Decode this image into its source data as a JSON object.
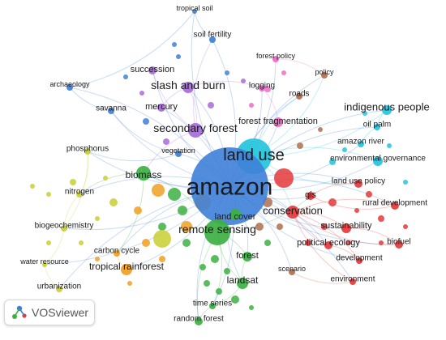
{
  "app": {
    "name": "VOSviewer"
  },
  "clusters": {
    "red": "#e5383b",
    "green": "#3cb043",
    "blue": "#3f7fd8",
    "yellow": "#c9cf33",
    "purple": "#a76bd9",
    "cyan": "#24c4dd",
    "orange": "#f0a020",
    "brown": "#b07050",
    "pink": "#f06ac8"
  },
  "terms": [
    {
      "id": "tropical-soil",
      "label": "tropical soil",
      "cluster": "blue"
    },
    {
      "id": "soil-fertility",
      "label": "soil fertility",
      "cluster": "blue"
    },
    {
      "id": "forest-policy",
      "label": "forest policy",
      "cluster": "pink"
    },
    {
      "id": "policy",
      "label": "policy",
      "cluster": "brown"
    },
    {
      "id": "succession",
      "label": "succession",
      "cluster": "purple"
    },
    {
      "id": "archaeology",
      "label": "archaeology",
      "cluster": "blue"
    },
    {
      "id": "slash-and-burn",
      "label": "slash and burn",
      "cluster": "purple"
    },
    {
      "id": "logging",
      "label": "logging",
      "cluster": "pink"
    },
    {
      "id": "roads",
      "label": "roads",
      "cluster": "brown"
    },
    {
      "id": "savanna",
      "label": "savanna",
      "cluster": "blue"
    },
    {
      "id": "mercury",
      "label": "mercury",
      "cluster": "purple"
    },
    {
      "id": "indigenous-people",
      "label": "indigenous people",
      "cluster": "cyan"
    },
    {
      "id": "forest-fragmentation",
      "label": "forest fragmentation",
      "cluster": "pink"
    },
    {
      "id": "oil-palm",
      "label": "oil palm",
      "cluster": "cyan"
    },
    {
      "id": "secondary-forest",
      "label": "secondary forest",
      "cluster": "purple"
    },
    {
      "id": "amazon-river",
      "label": "amazon river",
      "cluster": "cyan"
    },
    {
      "id": "phosphorus",
      "label": "phosphorus",
      "cluster": "yellow"
    },
    {
      "id": "vegetation",
      "label": "vegetation",
      "cluster": "blue"
    },
    {
      "id": "land-use",
      "label": "land use",
      "cluster": "cyan"
    },
    {
      "id": "environmental-governance",
      "label": "environmental governance",
      "cluster": "cyan"
    },
    {
      "id": "biomass",
      "label": "biomass",
      "cluster": "green"
    },
    {
      "id": "amazon",
      "label": "amazon",
      "cluster": "blue"
    },
    {
      "id": "land-use-policy",
      "label": "land use policy",
      "cluster": "red"
    },
    {
      "id": "nitrogen",
      "label": "nitrogen",
      "cluster": "yellow"
    },
    {
      "id": "gis",
      "label": "gis",
      "cluster": "red"
    },
    {
      "id": "rural-development",
      "label": "rural development",
      "cluster": "red"
    },
    {
      "id": "conservation",
      "label": "conservation",
      "cluster": "red"
    },
    {
      "id": "land-cover",
      "label": "land cover",
      "cluster": "green"
    },
    {
      "id": "biogeochemistry",
      "label": "biogeochemistry",
      "cluster": "yellow"
    },
    {
      "id": "sustainability",
      "label": "sustainability",
      "cluster": "red"
    },
    {
      "id": "remote-sensing",
      "label": "remote sensing",
      "cluster": "green"
    },
    {
      "id": "carbon-cycle",
      "label": "carbon cycle",
      "cluster": "orange"
    },
    {
      "id": "political-ecology",
      "label": "political ecology",
      "cluster": "red"
    },
    {
      "id": "biofuel",
      "label": "biofuel",
      "cluster": "red"
    },
    {
      "id": "forest",
      "label": "forest",
      "cluster": "green"
    },
    {
      "id": "tropical-rainforest",
      "label": "tropical rainforest",
      "cluster": "orange"
    },
    {
      "id": "development",
      "label": "development",
      "cluster": "red"
    },
    {
      "id": "water-resource",
      "label": "water resource",
      "cluster": "yellow"
    },
    {
      "id": "landsat",
      "label": "landsat",
      "cluster": "green"
    },
    {
      "id": "scenario",
      "label": "scenario",
      "cluster": "brown"
    },
    {
      "id": "environment",
      "label": "environment",
      "cluster": "red"
    },
    {
      "id": "urbanization",
      "label": "urbanization",
      "cluster": "yellow"
    },
    {
      "id": "time-series",
      "label": "time series",
      "cluster": "green"
    },
    {
      "id": "random-forest",
      "label": "random forest",
      "cluster": "green"
    }
  ],
  "links": [
    [
      "amazon",
      "land-use"
    ],
    [
      "amazon",
      "remote-sensing"
    ],
    [
      "amazon",
      "conservation"
    ],
    [
      "amazon",
      "secondary-forest"
    ],
    [
      "amazon",
      "biomass"
    ],
    [
      "amazon",
      "slash-and-burn"
    ],
    [
      "amazon",
      "tropical-soil"
    ],
    [
      "amazon",
      "soil-fertility"
    ],
    [
      "amazon",
      "succession"
    ],
    [
      "amazon",
      "archaeology"
    ],
    [
      "amazon",
      "savanna"
    ],
    [
      "amazon",
      "mercury"
    ],
    [
      "amazon",
      "indigenous-people"
    ],
    [
      "amazon",
      "forest-fragmentation"
    ],
    [
      "amazon",
      "oil-palm"
    ],
    [
      "amazon",
      "amazon-river"
    ],
    [
      "amazon",
      "phosphorus"
    ],
    [
      "amazon",
      "nitrogen"
    ],
    [
      "amazon",
      "biogeochemistry"
    ],
    [
      "amazon",
      "gis"
    ],
    [
      "amazon",
      "rural-development"
    ],
    [
      "amazon",
      "sustainability"
    ],
    [
      "amazon",
      "political-ecology"
    ],
    [
      "amazon",
      "biofuel"
    ],
    [
      "amazon",
      "forest"
    ],
    [
      "amazon",
      "landsat"
    ],
    [
      "amazon",
      "tropical-rainforest"
    ],
    [
      "amazon",
      "carbon-cycle"
    ],
    [
      "amazon",
      "water-resource"
    ],
    [
      "amazon",
      "urbanization"
    ],
    [
      "amazon",
      "time-series"
    ],
    [
      "amazon",
      "random-forest"
    ],
    [
      "amazon",
      "environment"
    ],
    [
      "amazon",
      "development"
    ],
    [
      "amazon",
      "scenario"
    ],
    [
      "amazon",
      "forest-policy"
    ],
    [
      "amazon",
      "policy"
    ],
    [
      "amazon",
      "logging"
    ],
    [
      "amazon",
      "roads"
    ],
    [
      "amazon",
      "environmental-governance"
    ],
    [
      "amazon",
      "land-use-policy"
    ],
    [
      "amazon",
      "vegetation"
    ],
    [
      "amazon",
      "land-cover"
    ],
    [
      "land-use",
      "land-cover"
    ],
    [
      "land-use",
      "remote-sensing"
    ],
    [
      "land-use",
      "land-use-policy"
    ],
    [
      "land-use",
      "conservation"
    ],
    [
      "land-use",
      "indigenous-people"
    ],
    [
      "land-use",
      "environmental-governance"
    ],
    [
      "land-use",
      "policy"
    ],
    [
      "land-use",
      "roads"
    ],
    [
      "remote-sensing",
      "landsat"
    ],
    [
      "remote-sensing",
      "time-series"
    ],
    [
      "remote-sensing",
      "random-forest"
    ],
    [
      "remote-sensing",
      "forest"
    ],
    [
      "remote-sensing",
      "biomass"
    ],
    [
      "remote-sensing",
      "land-cover"
    ],
    [
      "remote-sensing",
      "gis"
    ],
    [
      "conservation",
      "sustainability"
    ],
    [
      "conservation",
      "political-ecology"
    ],
    [
      "conservation",
      "rural-development"
    ],
    [
      "conservation",
      "biofuel"
    ],
    [
      "conservation",
      "development"
    ],
    [
      "conservation",
      "environment"
    ],
    [
      "secondary-forest",
      "succession"
    ],
    [
      "secondary-forest",
      "slash-and-burn"
    ],
    [
      "secondary-forest",
      "soil-fertility"
    ],
    [
      "secondary-forest",
      "biomass"
    ],
    [
      "slash-and-burn",
      "logging"
    ],
    [
      "slash-and-burn",
      "mercury"
    ],
    [
      "soil-fertility",
      "tropical-soil"
    ],
    [
      "archaeology",
      "savanna"
    ],
    [
      "phosphorus",
      "nitrogen"
    ],
    [
      "nitrogen",
      "biogeochemistry"
    ],
    [
      "biogeochemistry",
      "water-resource"
    ],
    [
      "water-resource",
      "urbanization"
    ],
    [
      "tropical-rainforest",
      "carbon-cycle"
    ],
    [
      "forest",
      "landsat"
    ],
    [
      "landsat",
      "time-series"
    ],
    [
      "time-series",
      "random-forest"
    ],
    [
      "gis",
      "land-use-policy"
    ],
    [
      "gis",
      "rural-development"
    ],
    [
      "political-ecology",
      "development"
    ],
    [
      "indigenous-people",
      "oil-palm"
    ],
    [
      "amazon-river",
      "oil-palm"
    ],
    [
      "forest-fragmentation",
      "logging"
    ],
    [
      "forest-policy",
      "policy"
    ],
    [
      "scenario",
      "environment"
    ],
    [
      "biomass",
      "carbon-cycle"
    ],
    [
      "biomass",
      "nitrogen"
    ],
    [
      "vegetation",
      "phosphorus"
    ],
    [
      "savanna",
      "vegetation"
    ],
    [
      "tropical-soil",
      "archaeology"
    ],
    [
      "biogeochemistry",
      "phosphorus"
    ],
    [
      "sustainability",
      "biofuel"
    ]
  ]
}
